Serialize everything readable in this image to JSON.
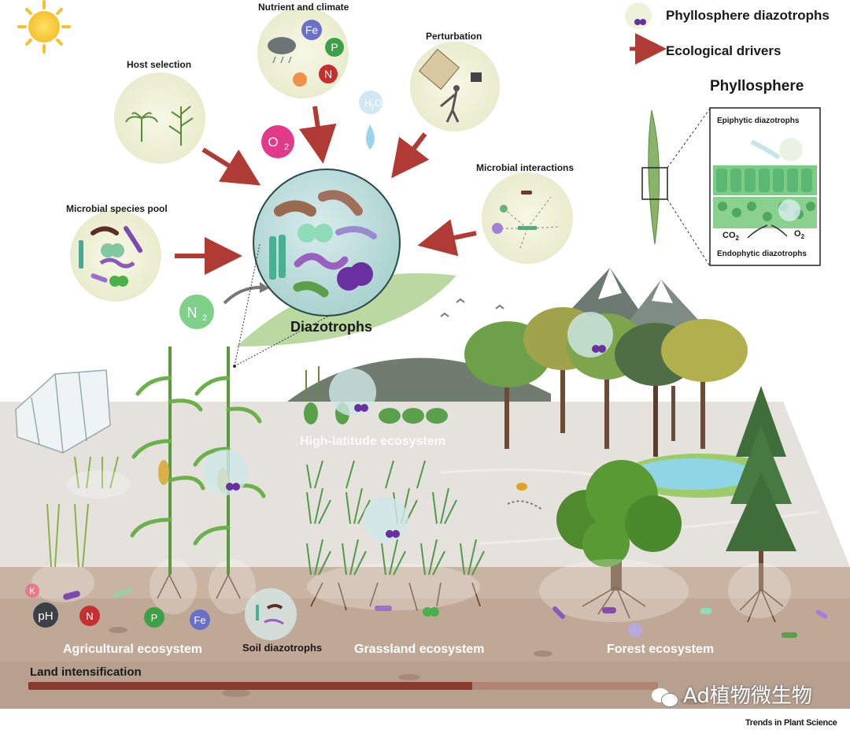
{
  "labels": {
    "nutrient_climate": "Nutrient and climate",
    "perturbation": "Perturbation",
    "host_selection": "Host selection",
    "microbial_interactions": "Microbial interactions",
    "microbial_species_pool": "Microbial species pool",
    "diazotrophs": "Diazotrophs",
    "high_latitude": "High-latitude ecosystem",
    "agricultural": "Agricultural ecosystem",
    "soil_diazotrophs": "Soil diazotrophs",
    "grassland": "Grassland ecosystem",
    "forest": "Forest ecosystem",
    "land_intensification": "Land intensification",
    "journal": "Trends in Plant Science",
    "watermark": "Ad植物微生物"
  },
  "legend": {
    "phyllosphere_diazotrophs": "Phyllosphere diazotrophs",
    "ecological_drivers": "Ecological drivers"
  },
  "phyllosphere": {
    "title": "Phyllosphere",
    "epiphytic": "Epiphytic diazotrophs",
    "endophytic": "Endophytic diazotrophs",
    "co2": "CO",
    "co2_sub": "2",
    "o2": "O",
    "o2_sub": "2"
  },
  "chem": {
    "fe": "Fe",
    "p": "P",
    "n": "N",
    "h2o": "H",
    "h2o_sub": "2",
    "h2o_end": "O",
    "o2": "O",
    "o2_sub": "2",
    "n2": "N",
    "n2_sub": "2",
    "k": "K",
    "ph": "pH",
    "soil_n": "N",
    "soil_p": "P",
    "soil_fe": "Fe"
  },
  "colors": {
    "arrow": "#b03a34",
    "ground_top": "#e6e3df",
    "ground_side": "#c9b3a2",
    "sky": "#ffffff",
    "bubble": "#eef2d8",
    "leaf": "#9cc484"
  }
}
